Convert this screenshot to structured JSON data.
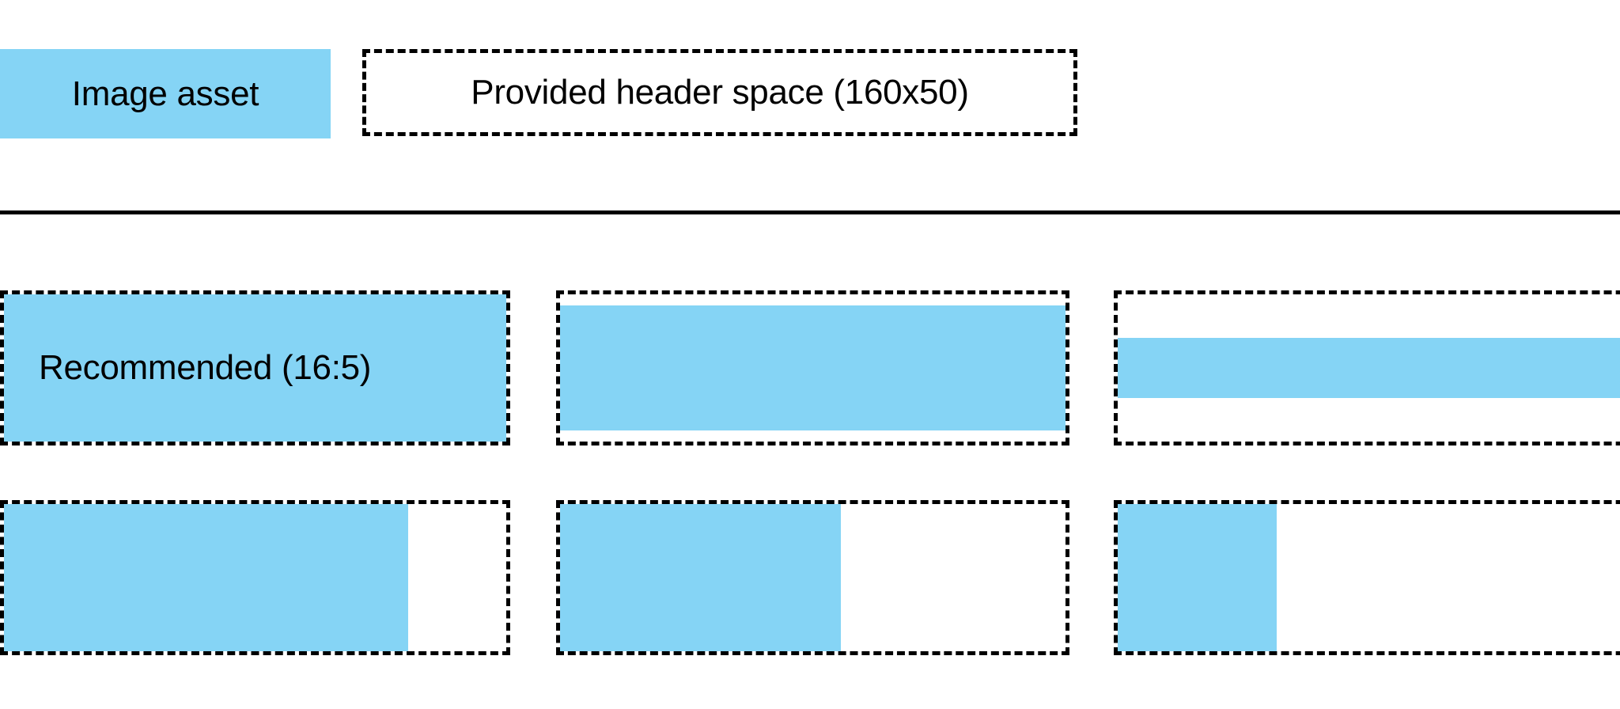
{
  "page": {
    "background_color": "#ffffff",
    "accent_color": "#85d4f5",
    "outline_color": "#000000"
  },
  "header": {
    "image_asset_label": "Image asset",
    "provided_space_label": "Provided header space (160x50)"
  },
  "divider": {
    "style": "solid-black-rule"
  },
  "ratio_grid": {
    "rows": [
      {
        "name": "top-row",
        "cells": [
          {
            "label": "Recommended (16:5)",
            "fill": "full"
          },
          {
            "label": "",
            "fill": "inset-v"
          },
          {
            "label": "",
            "fill": "band-center"
          }
        ]
      },
      {
        "name": "bottom-row",
        "cells": [
          {
            "label": "",
            "fill": "w80"
          },
          {
            "label": "",
            "fill": "w55"
          },
          {
            "label": "",
            "fill": "w31"
          }
        ]
      }
    ]
  }
}
